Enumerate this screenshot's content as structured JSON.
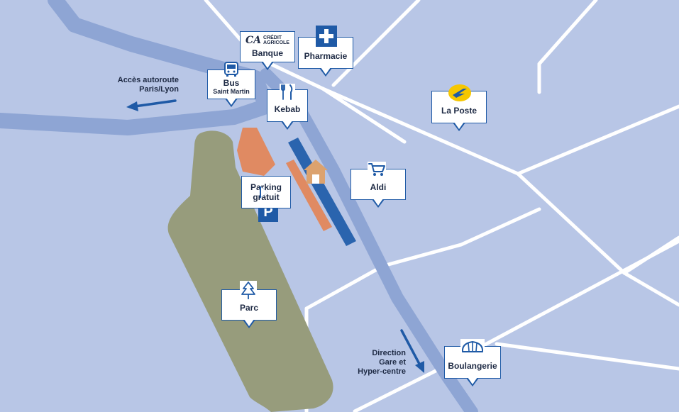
{
  "colors": {
    "background": "#b8c6e6",
    "roads": "#ffffff",
    "main_road": "#8ea5d4",
    "park": "#979c7c",
    "parking": "#e08a62",
    "railway": "#2a64ae",
    "marker_border": "#1f5aa6",
    "text": "#1e2a44",
    "home": "#dca26e",
    "arrow": "#1f5aa6"
  },
  "markers": {
    "banque": {
      "logo_mark": "CA",
      "logo_line1": "CRÉDIT",
      "logo_line2": "AGRICOLE",
      "label": "Banque"
    },
    "pharmacie": {
      "label": "Pharmacie",
      "icon": "pharmacy-cross-icon"
    },
    "bus": {
      "label": "Bus",
      "sublabel": "Saint Martin",
      "icon": "bus-icon"
    },
    "kebab": {
      "label": "Kebab",
      "icon": "fork-knife-icon"
    },
    "la_poste": {
      "label": "La Poste",
      "icon": "la-poste-logo-icon"
    },
    "parking": {
      "label_line1": "Parking",
      "label_line2": "gratuit",
      "sign": "P",
      "icon": "parking-sign-icon"
    },
    "aldi": {
      "label": "Aldi",
      "icon": "shopping-cart-icon"
    },
    "parc": {
      "label": "Parc",
      "icon": "tree-icon"
    },
    "boulangerie": {
      "label": "Boulangerie",
      "icon": "croissant-icon"
    }
  },
  "directions": {
    "autoroute": {
      "line1": "Accès autoroute",
      "line2": "Paris/Lyon"
    },
    "gare": {
      "line1": "Direction",
      "line2": "Gare et",
      "line3": "Hyper-centre"
    }
  }
}
